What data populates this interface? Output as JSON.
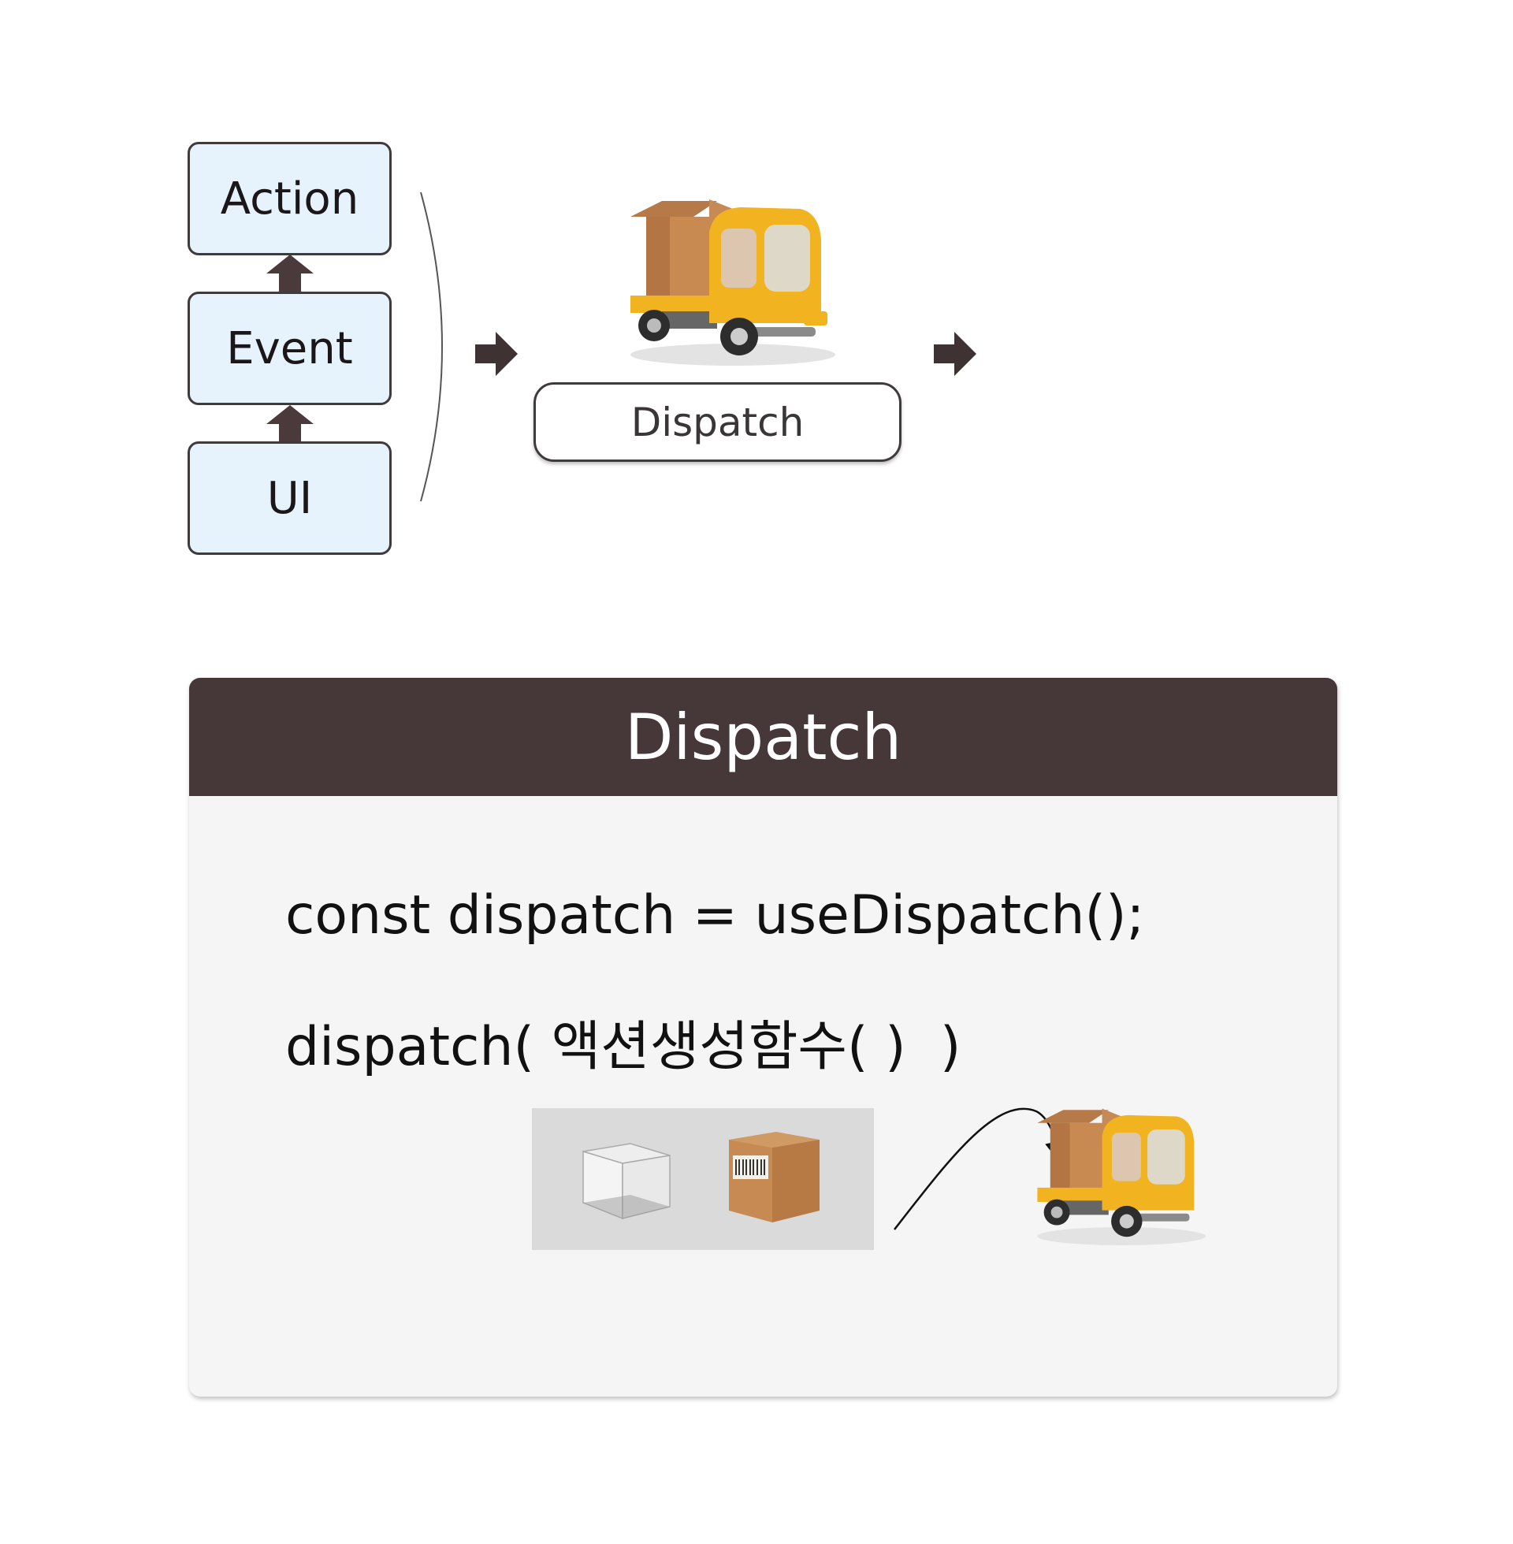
{
  "flow": {
    "boxes": [
      "Action",
      "Event",
      "UI"
    ],
    "pill_label": "Dispatch"
  },
  "card": {
    "title": "Dispatch",
    "code_line_1": "const dispatch = useDispatch();",
    "code_line_2": "dispatch( 액션생성함수( )  )"
  },
  "colors": {
    "box_fill": "#e6f3fd",
    "border": "#3f3a3b",
    "header": "#463738",
    "truck_yellow": "#f2b320",
    "cardboard": "#c98a52"
  },
  "icons": [
    "up-arrow-icon",
    "right-arrow-icon",
    "delivery-truck-icon",
    "glass-cube-icon",
    "cardboard-box-icon"
  ]
}
